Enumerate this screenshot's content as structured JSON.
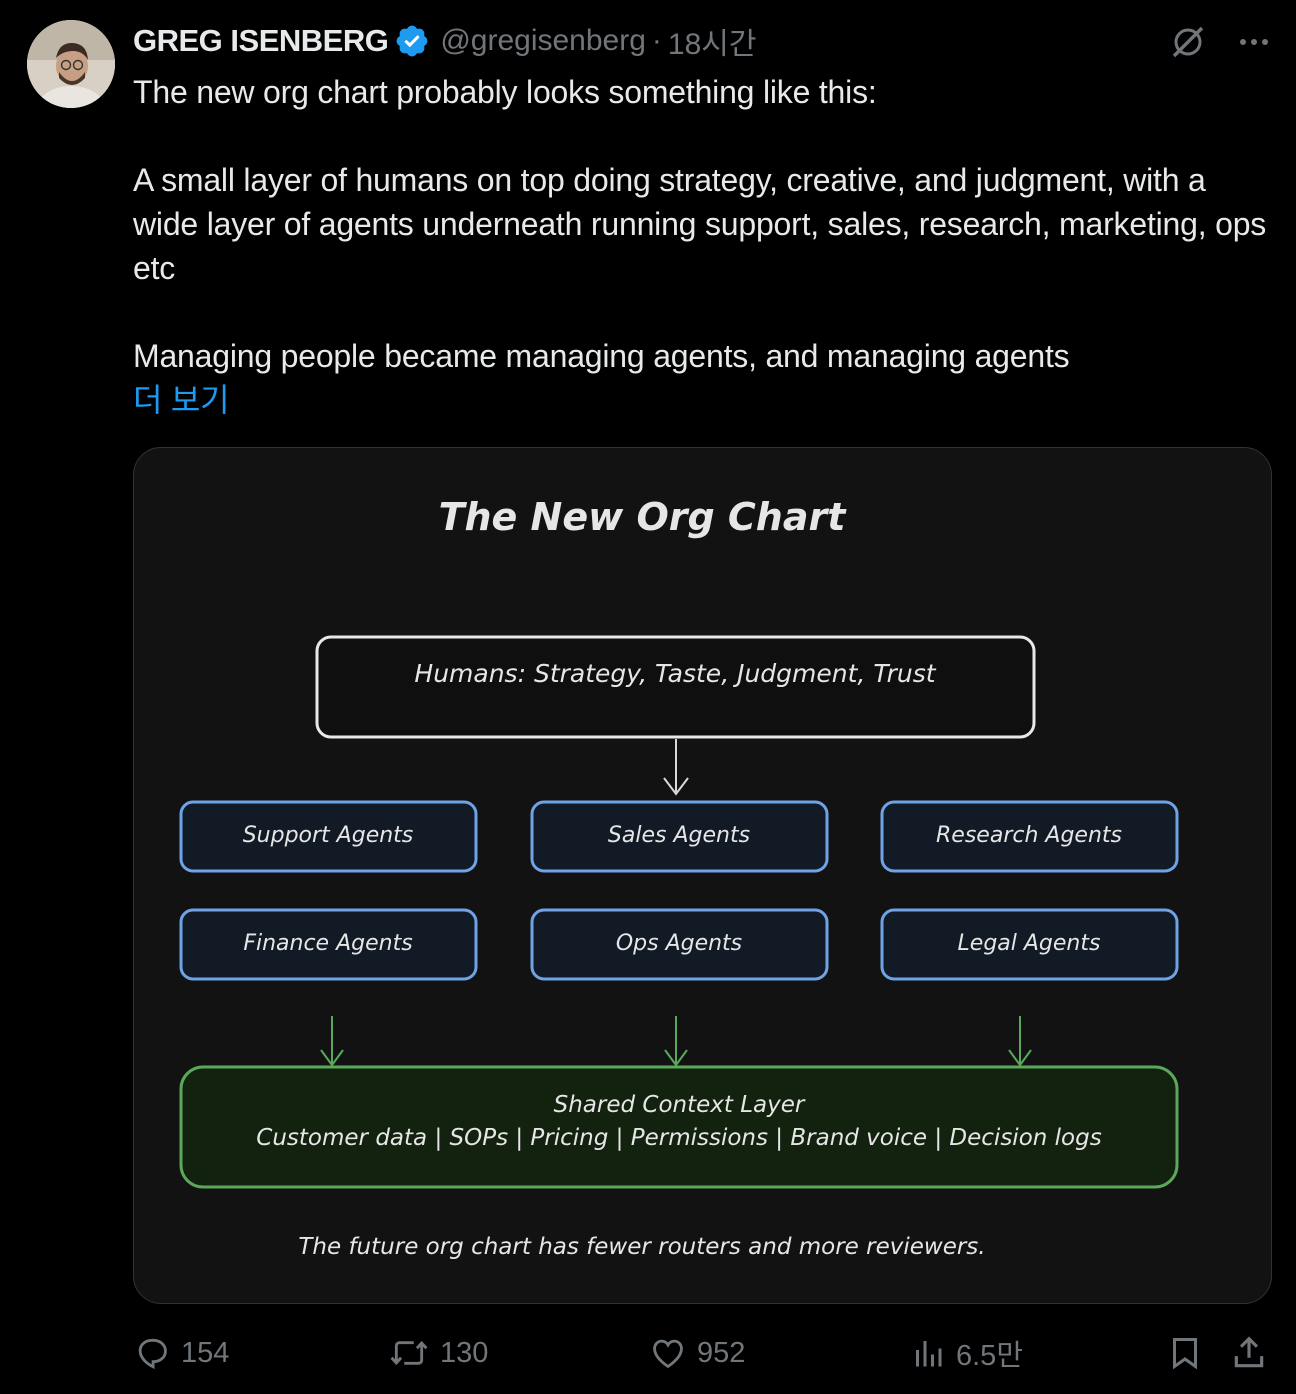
{
  "tweet": {
    "author_name": "GREG ISENBERG",
    "handle": "@gregisenberg",
    "separator": "·",
    "time": "18시간",
    "paragraphs": [
      "The new org chart probably looks something like this:",
      "A small layer of humans on top doing strategy, creative, and judgment, with a wide layer of agents underneath running support, sales, research, marketing, ops etc",
      "Managing people became managing agents, and managing agents"
    ],
    "show_more": "더 보기"
  },
  "image": {
    "title": "The New Org Chart",
    "humans_box": "Humans: Strategy, Taste, Judgment, Trust",
    "agents": [
      "Support Agents",
      "Sales Agents",
      "Research Agents",
      "Finance Agents",
      "Ops Agents",
      "Legal Agents"
    ],
    "context_title": "Shared Context Layer",
    "context_items": "Customer data | SOPs | Pricing | Permissions | Brand voice | Decision logs",
    "footer": "The future org chart has fewer routers and more reviewers.",
    "colors": {
      "agent_border": "#6ea3e8",
      "context_border": "#5aa85a",
      "context_fill": "#13210f",
      "box_fill": "#121a26"
    }
  },
  "actions": {
    "replies": "154",
    "reposts": "130",
    "likes": "952",
    "views": "6.5만"
  },
  "icons": [
    "verified-badge-icon",
    "grok-icon",
    "more-icon",
    "reply-icon",
    "repost-icon",
    "like-icon",
    "views-icon",
    "bookmark-icon",
    "share-icon"
  ]
}
